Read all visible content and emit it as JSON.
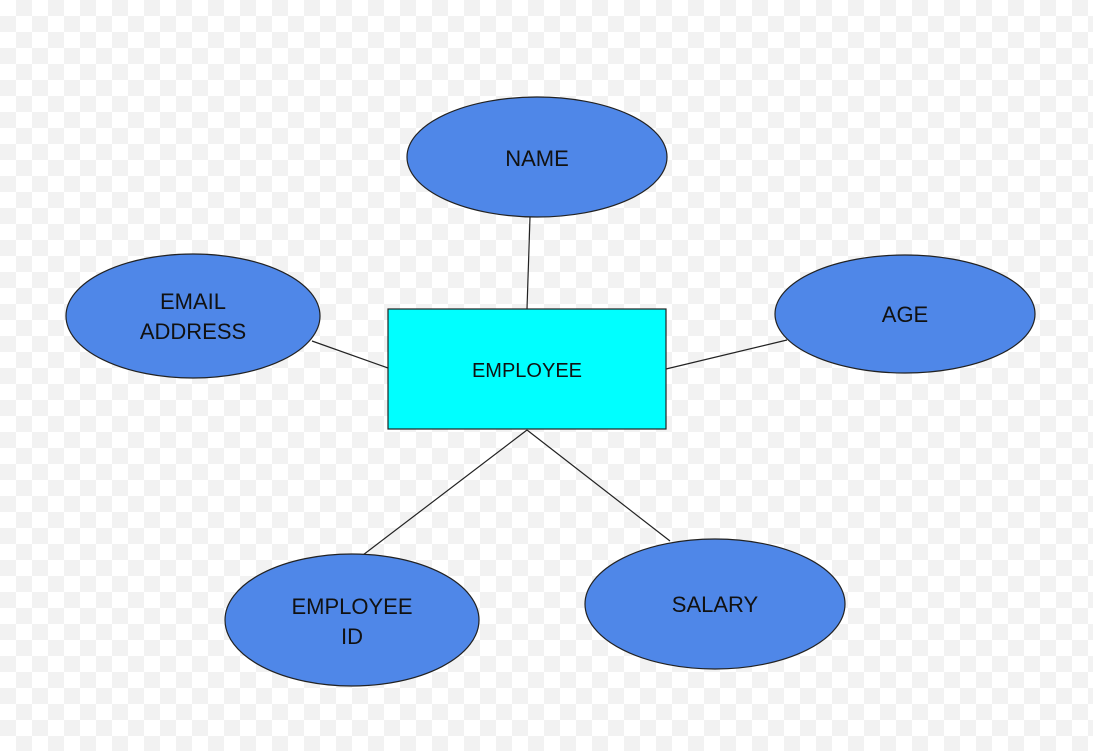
{
  "colors": {
    "attribute_fill": "#4f87e8",
    "entity_fill": "#00ffff",
    "stroke": "#222222"
  },
  "entity": {
    "label": "EMPLOYEE"
  },
  "attributes": [
    {
      "key": "name",
      "lines": [
        "NAME"
      ]
    },
    {
      "key": "email-address",
      "lines": [
        "EMAIL",
        "ADDRESS"
      ]
    },
    {
      "key": "age",
      "lines": [
        "AGE"
      ]
    },
    {
      "key": "employee-id",
      "lines": [
        "EMPLOYEE",
        "ID"
      ]
    },
    {
      "key": "salary",
      "lines": [
        "SALARY"
      ]
    }
  ]
}
